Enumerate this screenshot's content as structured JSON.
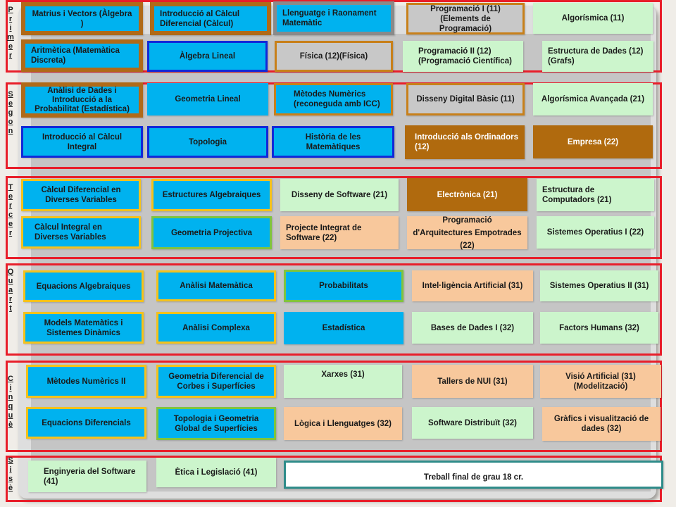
{
  "years": {
    "primer": "Primer",
    "segon": "Segon",
    "tercer": "Tercer",
    "quart": "Quart",
    "cinque": "Cinquè",
    "sise": "Sisè"
  },
  "courses": {
    "r1": [
      "Matrius i Vectors (Àlgebra )",
      "Introducció al Càlcul Diferencial (Càlcul)",
      "Llenguatge i Raonament Matemàtic",
      "Programació I (11) (Elements de Programació)",
      "Algorísmica (11)"
    ],
    "r2": [
      "Aritmètica (Matemàtica Discreta)",
      "Àlgebra Lineal",
      "Física (12)(Física)",
      "Programació II (12) (Programació Científica)",
      "Estructura de Dades (12) (Grafs)"
    ],
    "r3": [
      "Anàlisi de Dades i Introducció a la Probabilitat (Estadística)",
      "Geometria Lineal",
      "Mètodes Numèrics (reconeguda amb ICC)",
      "Disseny Digital Bàsic (11)",
      "Algorísmica Avançada (21)"
    ],
    "r4": [
      "Introducció al Càlcul Integral",
      "Topologia",
      "Història de les Matemàtiques",
      "Introducció als Ordinadors (12)",
      "Empresa (22)"
    ],
    "r5": [
      "Càlcul Diferencial en Diverses Variables",
      "Estructures Algebraiques",
      "Disseny de Software (21)",
      "Electrònica (21)",
      "Estructura de Computadors (21)"
    ],
    "r6": [
      "Càlcul Integral en Diverses Variables",
      "Geometria Projectiva",
      "Projecte Integrat de Software (22)",
      "Programació d'Arquitectures Empotrades (22)",
      "Sistemes Operatius I (22)"
    ],
    "r7": [
      "Equacions Algebraiques",
      "Anàlisi Matemàtica",
      "Probabilitats",
      "Intel·ligència Artificial (31)",
      "Sistemes Operatius II (31)"
    ],
    "r8": [
      "Models Matemàtics i Sistemes Dinàmics",
      "Anàlisi Complexa",
      "Estadística",
      "Bases de Dades I (32)",
      "Factors Humans (32)"
    ],
    "r9": [
      "Mètodes Numèrics II",
      "Geometria Diferencial de Corbes i Superfícies",
      "Xarxes (31)",
      "Tallers de NUI (31)",
      "Visió Artificial (31) (Modelització)"
    ],
    "r10": [
      "Equacions Diferencials",
      "Topologia i Geometria Global de Superfícies",
      "Lògica i Llenguatges (32)",
      "Software Distribuït (32)",
      "Gràfics i visualització de dades (32)"
    ],
    "r11": [
      "Enginyeria del Software (41)",
      "Ètica i Legislació (41)",
      "Treball final de grau 18 cr."
    ]
  },
  "colors": {
    "frame": "#e81e2a",
    "cyan": "#00b2ef",
    "brown": "#b06a0e",
    "peach": "#f8c89c",
    "light_green": "#ccf5cc",
    "grey": "#c8c8c8"
  }
}
